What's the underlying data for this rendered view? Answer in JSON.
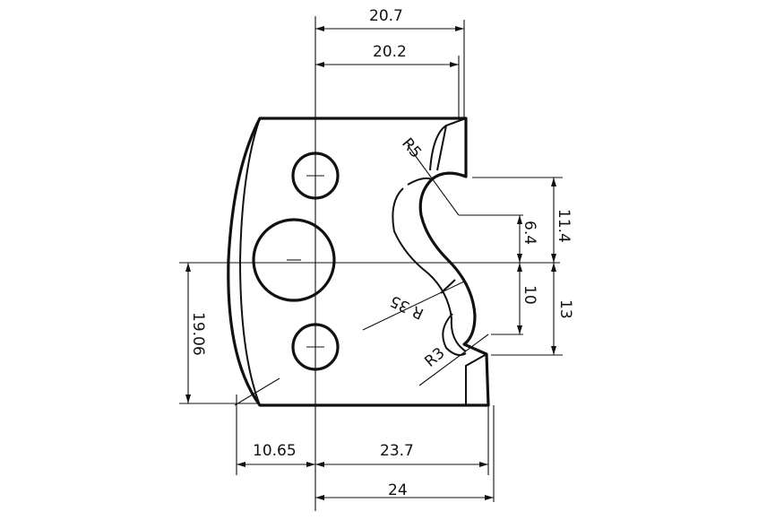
{
  "dimensions": {
    "top_width": "20.7",
    "inner_width": "20.2",
    "left_offset": "10.65",
    "body_width": "23.7",
    "total_width": "24",
    "height_11_4": "11.4",
    "height_6_4": "6.4",
    "height_10": "10",
    "height_13": "13",
    "height_19_06": "19.06",
    "radius_5": "R5",
    "radius_35": "R 35",
    "radius_3": "R3"
  },
  "colors": {
    "line": "#111111",
    "background": "#ffffff"
  }
}
